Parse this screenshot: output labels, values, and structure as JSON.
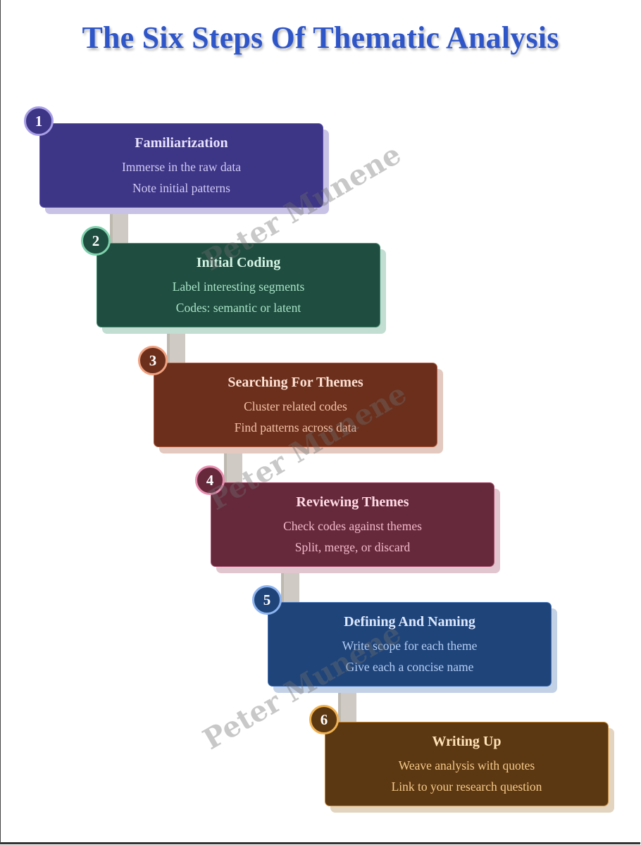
{
  "title": "The Six Steps Of Thematic Analysis",
  "watermark": "Peter Munene",
  "steps": [
    {
      "number": "1",
      "heading": "Familiarization",
      "lines": [
        "Immerse in the raw data",
        "Note initial patterns"
      ],
      "colors": {
        "card": "#3d3585",
        "border": "#5c52b0",
        "shadow": "#c8c3e6",
        "heading": "#e6e2ff",
        "text": "#cfcaf5",
        "badge": "#3d3585",
        "badge_border": "#a79ee6"
      }
    },
    {
      "number": "2",
      "heading": "Initial Coding",
      "lines": [
        "Label interesting segments",
        "Codes: semantic or latent"
      ],
      "colors": {
        "card": "#1f4d3f",
        "border": "#3f8a6c",
        "shadow": "#c2ddd2",
        "heading": "#d6f5e6",
        "text": "#a8e3c8",
        "badge": "#1f4d3f",
        "badge_border": "#7ed1ad"
      }
    },
    {
      "number": "3",
      "heading": "Searching For Themes",
      "lines": [
        "Cluster related codes",
        "Find patterns across data"
      ],
      "colors": {
        "card": "#6b2f1c",
        "border": "#b0583a",
        "shadow": "#e3c9bf",
        "heading": "#ffe1d3",
        "text": "#f5c0a6",
        "badge": "#6b2f1c",
        "badge_border": "#f0a07e"
      }
    },
    {
      "number": "4",
      "heading": "Reviewing Themes",
      "lines": [
        "Check codes against themes",
        "Split, merge, or discard"
      ],
      "colors": {
        "card": "#66293c",
        "border": "#a8506d",
        "shadow": "#e2c6cf",
        "heading": "#ffdbe6",
        "text": "#f2b8ca",
        "badge": "#66293c",
        "badge_border": "#e88fb0"
      }
    },
    {
      "number": "5",
      "heading": "Defining And Naming",
      "lines": [
        "Write scope for each theme",
        "Give each a concise name"
      ],
      "colors": {
        "card": "#1f4479",
        "border": "#3f6fb8",
        "shadow": "#c3d1e6",
        "heading": "#dce8ff",
        "text": "#b4cdf5",
        "badge": "#1f4479",
        "badge_border": "#8db4f0"
      }
    },
    {
      "number": "6",
      "heading": "Writing Up",
      "lines": [
        "Weave analysis with quotes",
        "Link to your research question"
      ],
      "colors": {
        "card": "#5c3812",
        "border": "#c8862e",
        "shadow": "#e3d4c0",
        "heading": "#ffe3b8",
        "text": "#f5c98a",
        "badge": "#5c3812",
        "badge_border": "#f0b14f"
      }
    }
  ]
}
